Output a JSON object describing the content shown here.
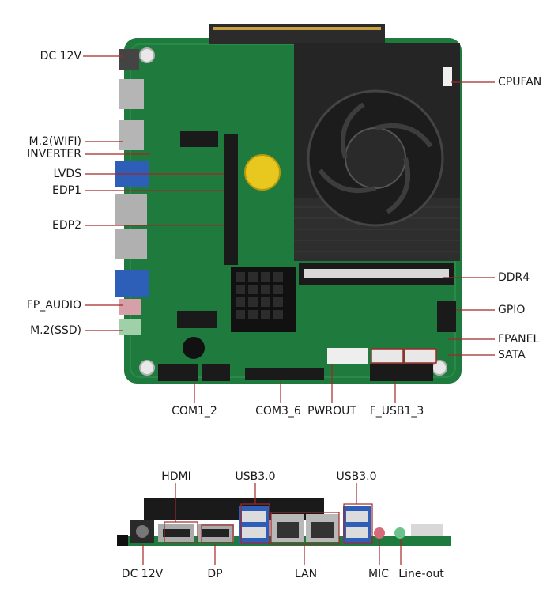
{
  "board_labels": {
    "left": [
      "DC 12V",
      "M.2(WIFI)",
      "INVERTER",
      "LVDS",
      "EDP1",
      "EDP2",
      "FP_AUDIO",
      "M.2(SSD)"
    ],
    "right": [
      "CPUFAN",
      "DDR4",
      "GPIO",
      "FPANEL",
      "SATA"
    ],
    "bottom": [
      "COM1_2",
      "COM3_6",
      "PWROUT",
      "F_USB1_3"
    ]
  },
  "io_labels": {
    "top": [
      "HDMI",
      "USB3.0",
      "USB3.0"
    ],
    "bottom": [
      "DC 12V",
      "DP",
      "LAN",
      "MIC",
      "Line-out"
    ]
  },
  "colors": {
    "pcb": "#1f7a3e",
    "pcb_dark": "#155c2d",
    "heatsink": "#222222",
    "usb_blue": "#2d5fb8",
    "callout_line": "#a02828",
    "text": "#1a1a1a"
  }
}
